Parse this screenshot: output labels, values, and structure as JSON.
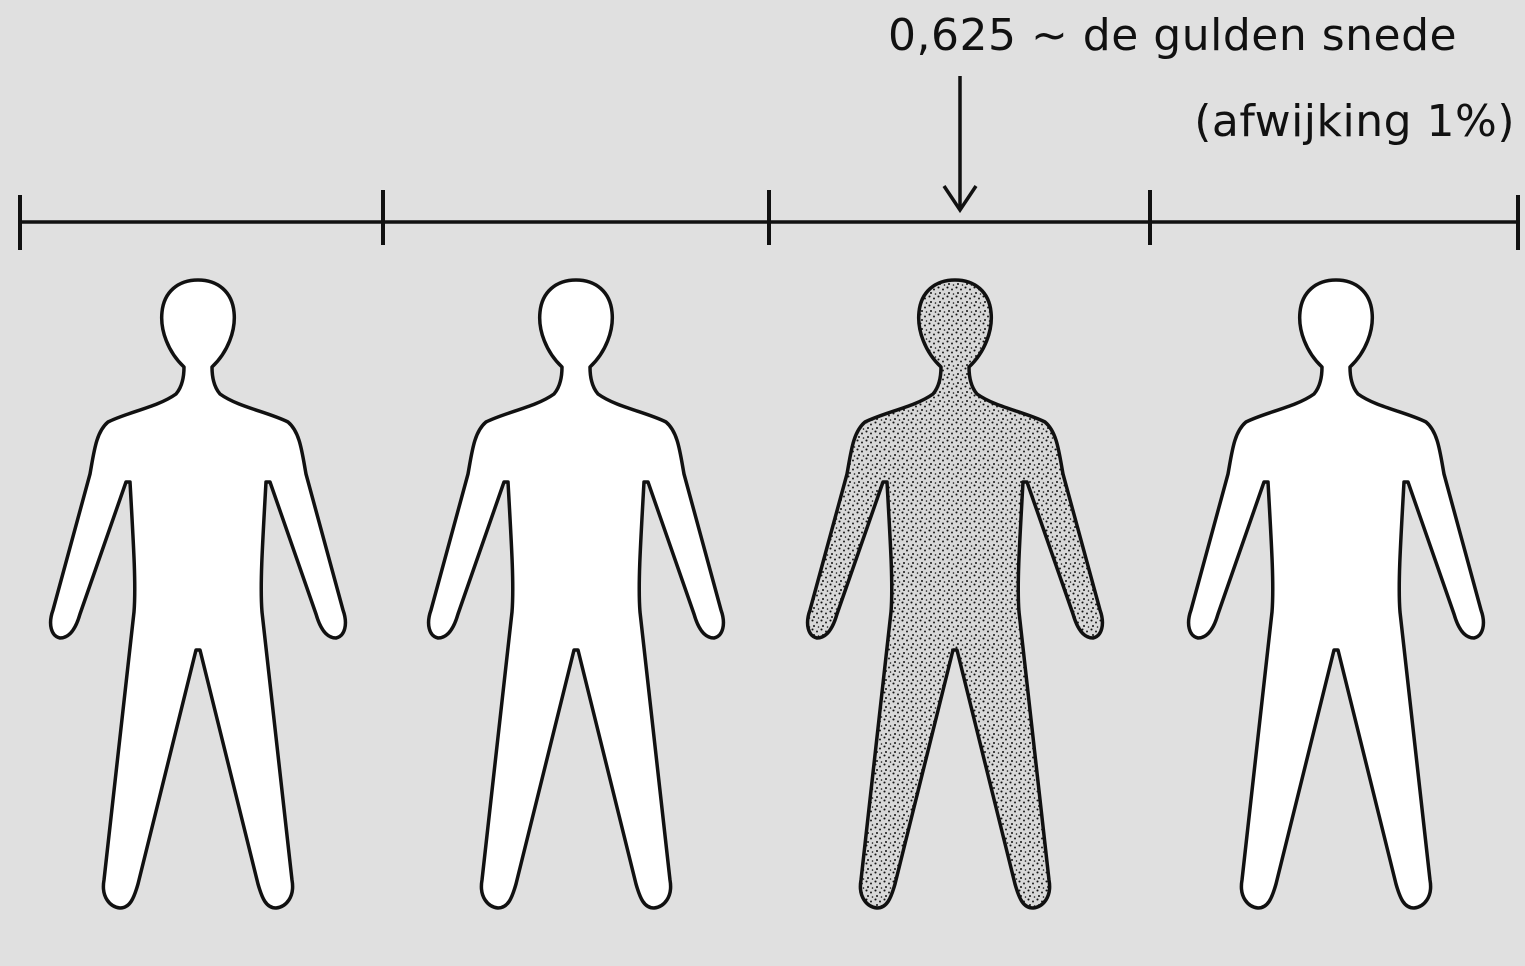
{
  "annotation": {
    "ratio_label": "0,625 ~ de gulden snede",
    "deviation_label": "(afwijking 1%)"
  },
  "colors": {
    "background": "#e0e0e0",
    "outline": "#111111",
    "figure_fill": "#ffffff",
    "highlight_fill": "#d8d8d8",
    "stipple": "#111111"
  },
  "figures": [
    {
      "highlighted": false
    },
    {
      "highlighted": false
    },
    {
      "highlighted": true
    },
    {
      "highlighted": false
    }
  ],
  "scale": {
    "segments": 4
  }
}
